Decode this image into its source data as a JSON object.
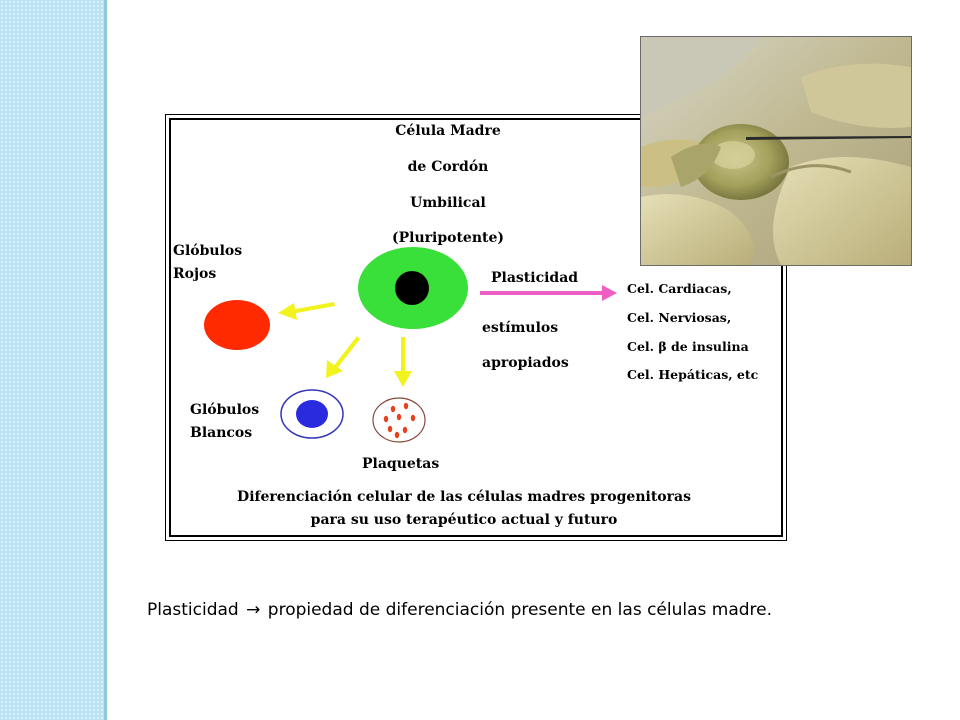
{
  "diagram": {
    "title_lines": [
      "Célula Madre",
      "de Cordón",
      "Umbilical",
      "(Pluripotente)"
    ],
    "red_cells_label": [
      "Glóbulos",
      "Rojos"
    ],
    "white_cells_label": [
      "Glóbulos",
      "Blancos"
    ],
    "platelets_label": "Plaquetas",
    "plasticity_label": "Plasticidad",
    "stimuli_label": [
      "estímulos",
      "apropiados"
    ],
    "cell_types": [
      "Cel. Cardiacas,",
      "Cel. Nerviosas,",
      "Cel. β de insulina",
      "Cel. Hepáticas, etc"
    ],
    "footer_lines": [
      "Diferenciación celular de las células madres progenitoras",
      "para su uso terapéutico actual y futuro"
    ]
  },
  "colors": {
    "stem_cell": "#39e03a",
    "nucleus": "#000000",
    "red_cell": "#ff2a00",
    "white_cell_nucleus": "#2a2adf",
    "platelet_dots": "#e8401c",
    "yellow_arrows": "#f2f21e",
    "plasticity_arrow": "#ee5fc3",
    "side_band": "#b9e2f2"
  },
  "caption": {
    "lead": "Plasticidad",
    "arrow": "→",
    "rest": "propiedad de diferenciación presente en las células madre."
  }
}
